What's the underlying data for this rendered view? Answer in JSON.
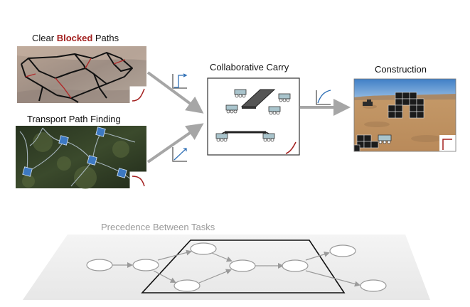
{
  "labels": {
    "clear_pre": "Clear ",
    "clear_hl": "Blocked",
    "clear_post": " Paths",
    "transport": "Transport Path Finding",
    "collab": "Collaborative Carry",
    "construction": "Construction",
    "precedence": "Precedence Between Tasks"
  },
  "colors": {
    "arrow": "#a6a6a6",
    "accent_red": "#a3201f",
    "curve_blue": "#2f6fb5",
    "node_blue": "#3d79c2"
  }
}
